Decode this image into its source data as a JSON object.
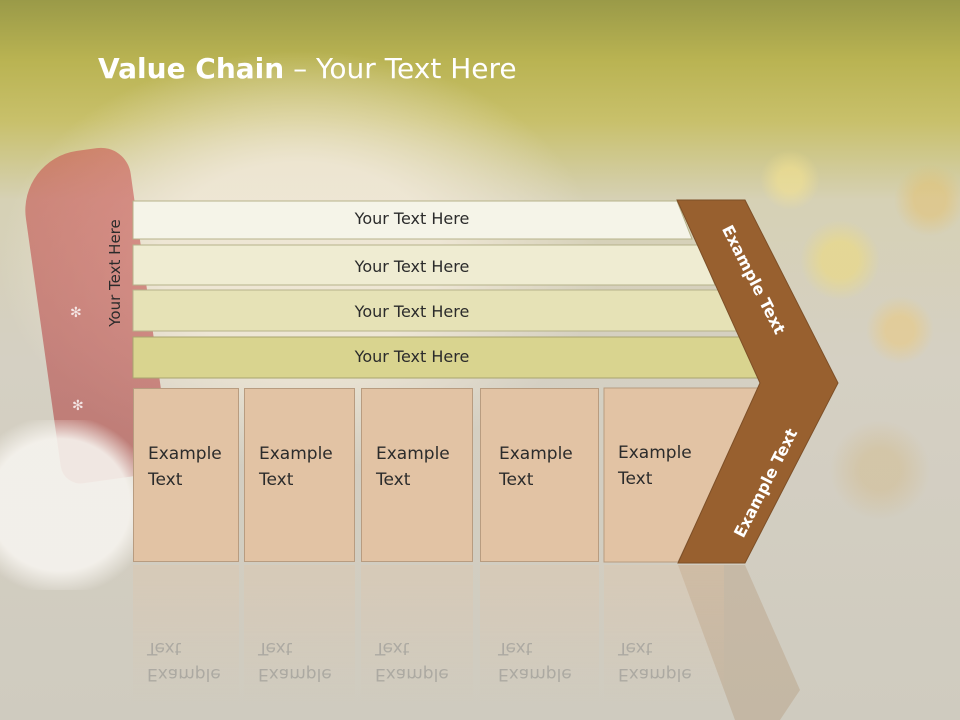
{
  "slide": {
    "title_bold": "Value Chain",
    "title_rest": " – Your Text Here",
    "side_label": "Your Text Here",
    "bars": [
      {
        "label": "Your Text Here"
      },
      {
        "label": "Your Text Here"
      },
      {
        "label": "Your Text Here"
      },
      {
        "label": "Your Text Here"
      }
    ],
    "boxes": [
      {
        "line1": "Example",
        "line2": "Text"
      },
      {
        "line1": "Example",
        "line2": "Text"
      },
      {
        "line1": "Example",
        "line2": "Text"
      },
      {
        "line1": "Example",
        "line2": "Text"
      },
      {
        "line1": "Example",
        "line2": "Text"
      }
    ],
    "chevron_upper": "Example Text",
    "chevron_lower": "Example Text"
  },
  "colors": {
    "bar_fills": [
      "#f5f4e8",
      "#efecd2",
      "#e6e2b6",
      "#d9d48f"
    ],
    "box_fill": "#e2c3a4",
    "chevron": "#98602f"
  }
}
